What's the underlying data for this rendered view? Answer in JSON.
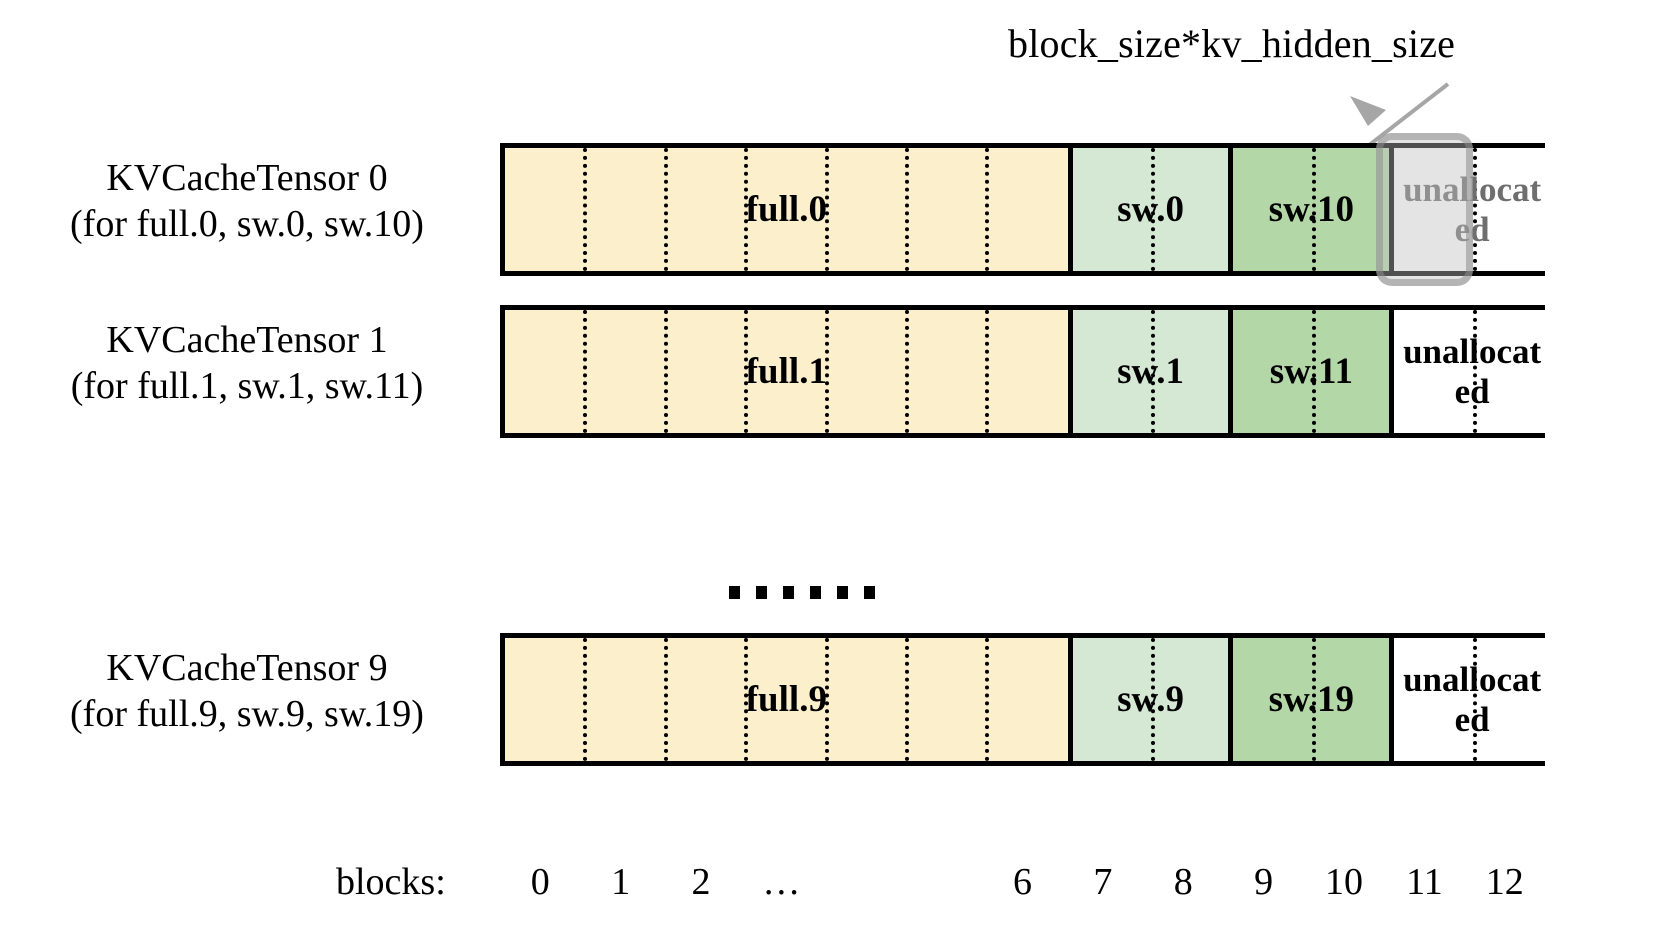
{
  "diagram": {
    "title_callout": "block_size*kv_hidden_size",
    "colors": {
      "full": "#FCEFCC",
      "sw_light": "#D5E8D4",
      "sw_dark": "#B4D7A8",
      "unallocated": "#FFFFFF",
      "border": "#000000",
      "highlight_fill": "rgba(190,190,190,0.42)",
      "highlight_border": "rgba(140,140,140,0.55)",
      "arrow": "#A6A6A6",
      "highlight_text": "#6E6E6E"
    },
    "rows": [
      {
        "label_line1": "KVCacheTensor 0",
        "label_line2": "(for full.0, sw.0, sw.10)",
        "segments": [
          {
            "name": "full.0",
            "label": "full.0",
            "color_key": "full",
            "blocks": 7,
            "dividers": 6,
            "highlighted": false
          },
          {
            "name": "sw.0",
            "label": "sw.0",
            "color_key": "sw_light",
            "blocks": 2,
            "dividers": 1,
            "highlighted": false
          },
          {
            "name": "sw.10",
            "label": "sw.10",
            "color_key": "sw_dark",
            "blocks": 2,
            "dividers": 1,
            "highlighted": false
          },
          {
            "name": "unallocated",
            "label": "unallocated",
            "color_key": "unallocated",
            "blocks": 2,
            "dividers": 1,
            "highlighted": true
          }
        ]
      },
      {
        "label_line1": "KVCacheTensor 1",
        "label_line2": "(for full.1, sw.1, sw.11)",
        "segments": [
          {
            "name": "full.1",
            "label": "full.1",
            "color_key": "full",
            "blocks": 7,
            "dividers": 6,
            "highlighted": false
          },
          {
            "name": "sw.1",
            "label": "sw.1",
            "color_key": "sw_light",
            "blocks": 2,
            "dividers": 1,
            "highlighted": false
          },
          {
            "name": "sw.11",
            "label": "sw.11",
            "color_key": "sw_dark",
            "blocks": 2,
            "dividers": 1,
            "highlighted": false
          },
          {
            "name": "unallocated",
            "label": "unallocated",
            "color_key": "unallocated",
            "blocks": 2,
            "dividers": 1,
            "highlighted": false
          }
        ]
      },
      {
        "label_line1": "KVCacheTensor 9",
        "label_line2": "(for full.9, sw.9, sw.19)",
        "segments": [
          {
            "name": "full.9",
            "label": "full.9",
            "color_key": "full",
            "blocks": 7,
            "dividers": 6,
            "highlighted": false
          },
          {
            "name": "sw.9",
            "label": "sw.9",
            "color_key": "sw_light",
            "blocks": 2,
            "dividers": 1,
            "highlighted": false
          },
          {
            "name": "sw.19",
            "label": "sw.19",
            "color_key": "sw_dark",
            "blocks": 2,
            "dividers": 1,
            "highlighted": false
          },
          {
            "name": "unallocated",
            "label": "unallocated",
            "color_key": "unallocated",
            "blocks": 2,
            "dividers": 1,
            "highlighted": false
          }
        ]
      }
    ],
    "continuation_dots": 6,
    "axis": {
      "caption": "blocks:",
      "ticks": [
        "0",
        "1",
        "2",
        "…",
        "6",
        "7",
        "8",
        "9",
        "10",
        "11",
        "12"
      ]
    }
  }
}
